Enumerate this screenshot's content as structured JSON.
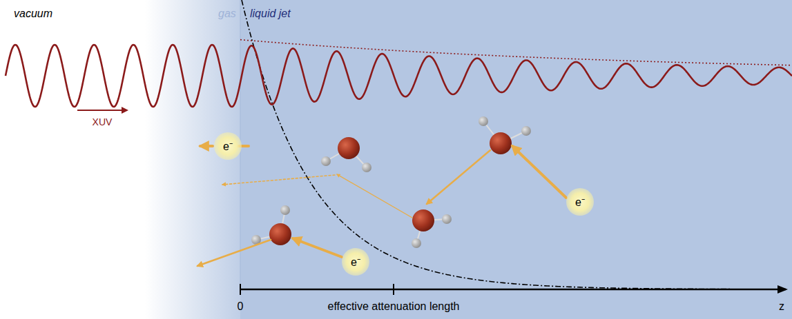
{
  "diagram": {
    "nodes": [
      {
        "text": [
          "e⁻"
        ]
      },
      {
        "text": [
          "e⁻"
        ]
      },
      {
        "text": [
          "e⁻"
        ]
      }
    ],
    "labels": [
      "vacuum",
      "gas",
      "liquid jet",
      "XUV",
      "0",
      "effective attenuation length",
      "z"
    ]
  }
}
